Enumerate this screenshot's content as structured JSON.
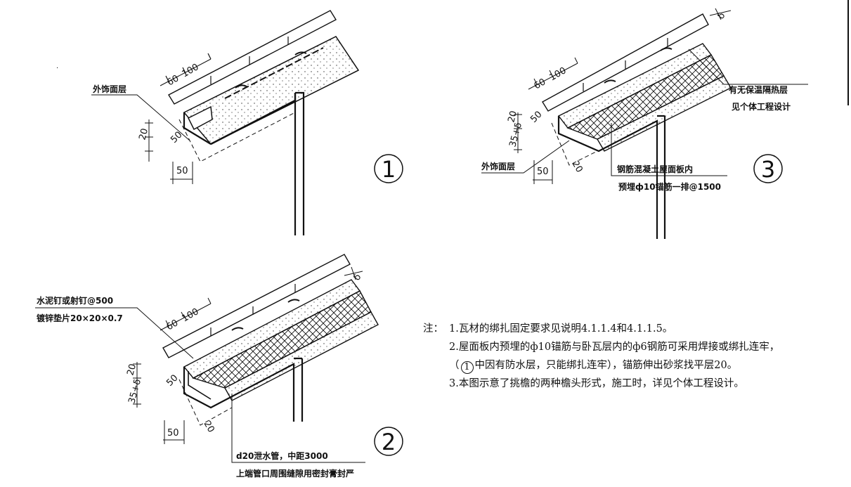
{
  "detail1": {
    "number": "①",
    "labels": {
      "finish": "外饰面层"
    },
    "dims": {
      "d60": "60",
      "d100": "100",
      "d20": "20",
      "d50a": "50",
      "d50b": "50"
    }
  },
  "detail2": {
    "number": "②",
    "labels": {
      "nail_line1": "水泥钉或射钉@500",
      "nail_line2": "镀锌垫片20×20×0.7",
      "drain_line1": "d20泄水管，中距3000",
      "drain_line2": "上端管口周围缝隙用密封膏封严"
    },
    "dims": {
      "d60": "60",
      "d100": "100",
      "d20a": "20",
      "d35": "35+δ",
      "d50a": "50",
      "d50b": "50",
      "d20b": "20",
      "delta": "δ"
    }
  },
  "detail3": {
    "number": "③",
    "labels": {
      "insul_line1": "有无保温隔热层",
      "insul_line2": "见个体工程设计",
      "finish": "外饰面层",
      "rebar_line1": "钢筋混凝土屋面板内",
      "rebar_line2": "预埋ф10锚筋一排@1500"
    },
    "dims": {
      "d60": "60",
      "d100": "100",
      "d20a": "20",
      "d35": "35+δ",
      "d50a": "50",
      "d50b": "50",
      "d20b": "20",
      "delta": "δ"
    }
  },
  "notes": {
    "prefix": "注：",
    "items": [
      "1.瓦材的绑扎固定要求见说明4.1.1.4和4.1.1.5。",
      "2.屋面板内预埋的ф10锚筋与卧瓦层内的ф6钢筋可采用焊接或绑扎连牢，",
      "3.本图示意了挑檐的两种檐头形式，施工时，详见个体工程设计。"
    ],
    "item2_cont_before": "（",
    "item2_cont_circle": "1",
    "item2_cont_after": "中因有防水层，只能绑扎连牢），锚筋伸出砂浆找平层20。"
  }
}
